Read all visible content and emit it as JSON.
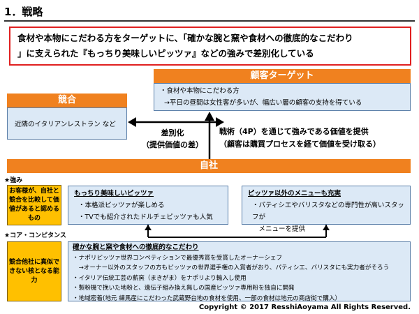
{
  "title": "1．戦略",
  "banner": {
    "line1": "食材や本物にこだわる方をターゲットに、「確かな腕と窯や食材への徹底的なこだわり",
    "line2": "」に支えられた『もっちり美味しいピッツァ』などの強みで差別化している"
  },
  "customer_target": {
    "header": "顧客ターゲット",
    "line1": "・食材や本物にこだわる方",
    "line2": "→平日の昼間は女性客が多いが、幅広い層の顧客の支持を得ている"
  },
  "competition": {
    "header": "競合",
    "item": "近隣のイタリアンレストラン など"
  },
  "differentiation": {
    "line1": "差別化",
    "line2": "（提供価値の差）"
  },
  "tactics": {
    "line1": "戦術（4P）を通じて強みである価値を提供",
    "line2": "（顧客は購買プロセスを経て価値を受け取る）"
  },
  "self": {
    "header": "自社"
  },
  "strengths": {
    "label": "★強み",
    "side_note": "お客様が、自社と競合を比較して価値があると認めるもの",
    "box1": {
      "title": "もっちり美味しいピッツァ",
      "lines": [
        "・本格派ピッツァが楽しめる",
        "・TVでも紹介されたドルチェピッツァも人気"
      ]
    },
    "box2": {
      "title": "ピッツァ以外のメニューも充実",
      "lines": [
        "・パティシエやバリスタなどの専門性が高いスタッフが",
        "　メニューを提供"
      ]
    }
  },
  "core": {
    "label": "★コア・コンピタンス",
    "side_note": "競合他社に真似できない核となる能力",
    "box": {
      "title": "確かな腕と窯や食材への徹底的なこだわり",
      "lines": [
        "・ナポリピッツァ世界コンペティションで最優秀賞を受賞したオーナーシェフ",
        "　→オーナー以外のスタッフの方もピッツァの世界選手権の入賞者がおり、パティシエ、バリスタにも実力者がそろう",
        "・イタリア伝統工芸の薪窯（まきがま）をナポリより輸入し使用",
        "・製粉機で挽いた地粉と、遺伝子組み換え無しの国産ピッツァ専用粉を独自に開発",
        "・地域密着(地元 練馬産にこだわった武蔵野台地の食材を使用、一部の食材は地元の商店街で購入）"
      ]
    }
  },
  "copyright": "Copyright © 2017 ResshiAoyama All Rights Reserved.",
  "colors": {
    "accent": "#f0811f",
    "border_red": "#e02020",
    "light_blue": "#dce9f6",
    "yellow": "#ffc000"
  }
}
